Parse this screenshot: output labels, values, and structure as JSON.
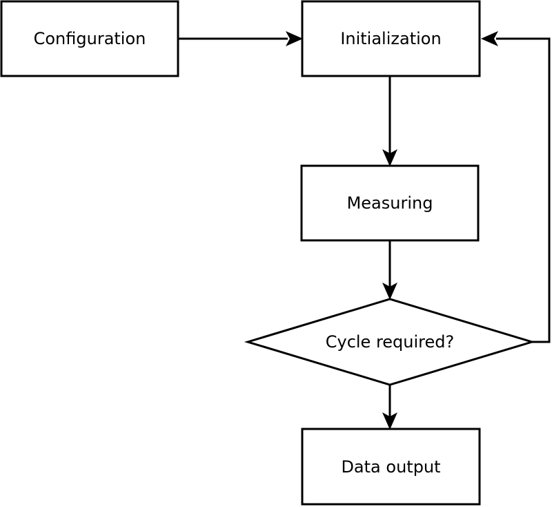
{
  "diagram": {
    "type": "flowchart",
    "background_color": "#ffffff",
    "stroke_color": "#000000",
    "text_color": "#000000",
    "nodes": [
      {
        "id": "configuration",
        "shape": "rectangle",
        "label": "Configuration"
      },
      {
        "id": "initialization",
        "shape": "rectangle",
        "label": "Initialization"
      },
      {
        "id": "measuring",
        "shape": "rectangle",
        "label": "Measuring"
      },
      {
        "id": "cycle-required",
        "shape": "diamond",
        "label": "Cycle required?"
      },
      {
        "id": "data-output",
        "shape": "rectangle",
        "label": "Data output"
      }
    ],
    "edges": [
      {
        "from": "configuration",
        "to": "initialization",
        "style": "arrow-right"
      },
      {
        "from": "initialization",
        "to": "measuring",
        "style": "arrow-down"
      },
      {
        "from": "measuring",
        "to": "cycle-required",
        "style": "arrow-down"
      },
      {
        "from": "cycle-required",
        "to": "data-output",
        "style": "arrow-down"
      },
      {
        "from": "cycle-required",
        "to": "initialization",
        "style": "feedback-loop-right"
      }
    ]
  }
}
